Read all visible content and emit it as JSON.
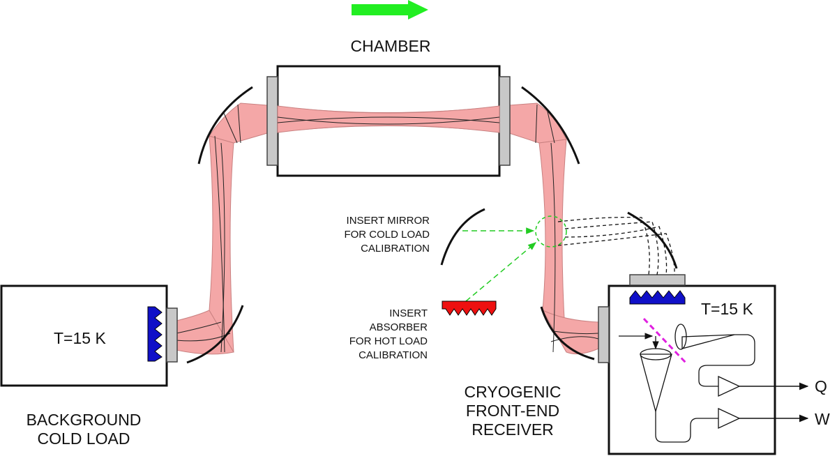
{
  "labels": {
    "chamber": "CHAMBER",
    "background_cold_load": [
      "BACKGROUND",
      "COLD LOAD"
    ],
    "receiver": [
      "CRYOGENIC",
      "FRONT-END",
      "RECEIVER"
    ],
    "insert_mirror": [
      "INSERT MIRROR",
      "FOR COLD LOAD",
      "CALIBRATION"
    ],
    "insert_absorber": [
      "INSERT",
      "ABSORBER",
      "FOR HOT LOAD",
      "CALIBRATION"
    ],
    "temp_left": "T=15 K",
    "temp_right": "T=15 K",
    "output_q": "Q",
    "output_w": "W"
  },
  "colors": {
    "beam": "#f4a7a7",
    "beam_edge": "#c98080",
    "flow_arrow": "#22ee22",
    "cold_absorber": "#1010c8",
    "hot_absorber": "#ee1010",
    "calibration_path": "#22cc22",
    "beam_splitter": "#e020e0",
    "window": "#c8c8c8"
  }
}
